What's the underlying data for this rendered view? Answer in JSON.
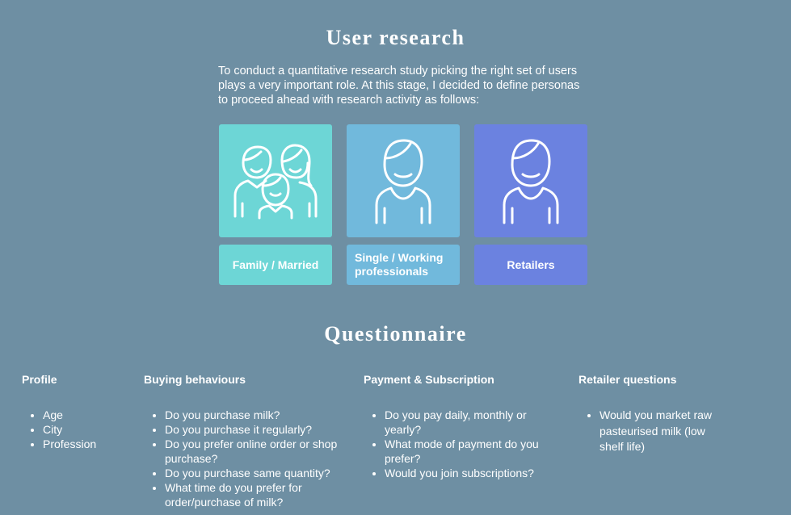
{
  "research": {
    "title": "User research",
    "intro": "To conduct a quantitative research study picking the right set of users plays a very important role. At this stage, I decided to define personas to proceed ahead with research activity as follows:"
  },
  "personas": [
    {
      "label": "Family / Married",
      "icon": "family-icon",
      "color": "#6dd6d6"
    },
    {
      "label": "Single /  Working professionals",
      "icon": "person-icon",
      "color": "#71b9dc"
    },
    {
      "label": "Retailers",
      "icon": "person-icon",
      "color": "#6b82e0"
    }
  ],
  "questionnaire": {
    "title": "Questionnaire",
    "columns": [
      {
        "heading": "Profile",
        "items": [
          "Age",
          "City",
          "Profession"
        ]
      },
      {
        "heading": "Buying behaviours",
        "items": [
          "Do you purchase milk?",
          "Do you purchase it regularly?",
          "Do you prefer online order or shop purchase?",
          "Do you purchase same quantity?",
          "What time do you prefer for order/purchase of milk?"
        ]
      },
      {
        "heading": "Payment & Subscription",
        "items": [
          "Do you pay daily, monthly or yearly?",
          "What mode of payment do you prefer?",
          "Would you join subscriptions?"
        ]
      },
      {
        "heading": "Retailer questions",
        "items": [
          "Would you market raw pasteurised milk (low shelf life)"
        ]
      }
    ]
  }
}
